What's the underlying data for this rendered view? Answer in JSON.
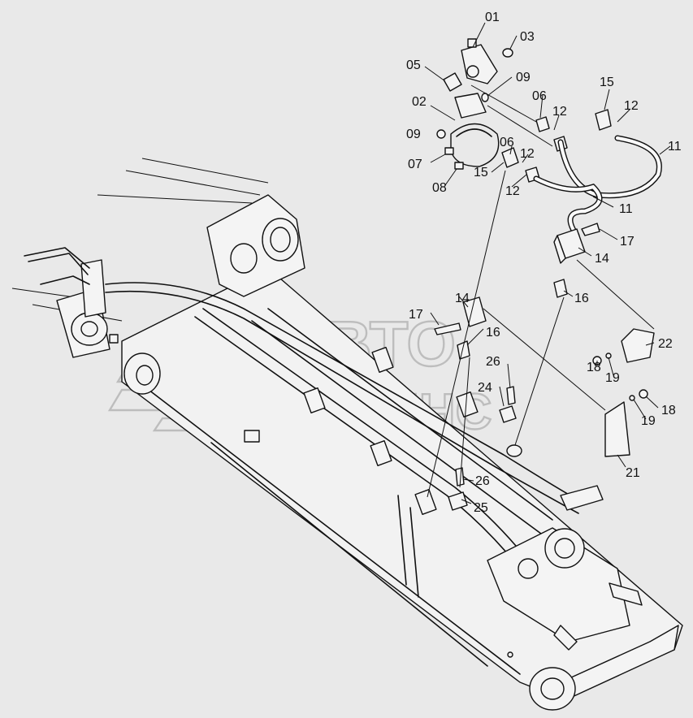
{
  "watermark": {
    "line1": "АВТО",
    "line2": "АЛЬЯНС"
  },
  "callouts": [
    {
      "id": "c-01",
      "label": "01"
    },
    {
      "id": "c-03",
      "label": "03"
    },
    {
      "id": "c-05",
      "label": "05"
    },
    {
      "id": "c-09a",
      "label": "09"
    },
    {
      "id": "c-02",
      "label": "02"
    },
    {
      "id": "c-06a",
      "label": "06"
    },
    {
      "id": "c-12a",
      "label": "12"
    },
    {
      "id": "c-15a",
      "label": "15"
    },
    {
      "id": "c-12b",
      "label": "12"
    },
    {
      "id": "c-09b",
      "label": "09"
    },
    {
      "id": "c-06b",
      "label": "06"
    },
    {
      "id": "c-12c",
      "label": "12"
    },
    {
      "id": "c-11a",
      "label": "11"
    },
    {
      "id": "c-07",
      "label": "07"
    },
    {
      "id": "c-15b",
      "label": "15"
    },
    {
      "id": "c-08",
      "label": "08"
    },
    {
      "id": "c-12d",
      "label": "12"
    },
    {
      "id": "c-11b",
      "label": "11"
    },
    {
      "id": "c-17a",
      "label": "17"
    },
    {
      "id": "c-14a",
      "label": "14"
    },
    {
      "id": "c-16a",
      "label": "16"
    },
    {
      "id": "c-14b",
      "label": "14"
    },
    {
      "id": "c-17b",
      "label": "17"
    },
    {
      "id": "c-16b",
      "label": "16"
    },
    {
      "id": "c-22",
      "label": "22"
    },
    {
      "id": "c-26a",
      "label": "26"
    },
    {
      "id": "c-18a",
      "label": "18"
    },
    {
      "id": "c-19a",
      "label": "19"
    },
    {
      "id": "c-24",
      "label": "24"
    },
    {
      "id": "c-18b",
      "label": "18"
    },
    {
      "id": "c-19b",
      "label": "19"
    },
    {
      "id": "c-26b",
      "label": "26"
    },
    {
      "id": "c-25",
      "label": "25"
    },
    {
      "id": "c-21",
      "label": "21"
    }
  ]
}
